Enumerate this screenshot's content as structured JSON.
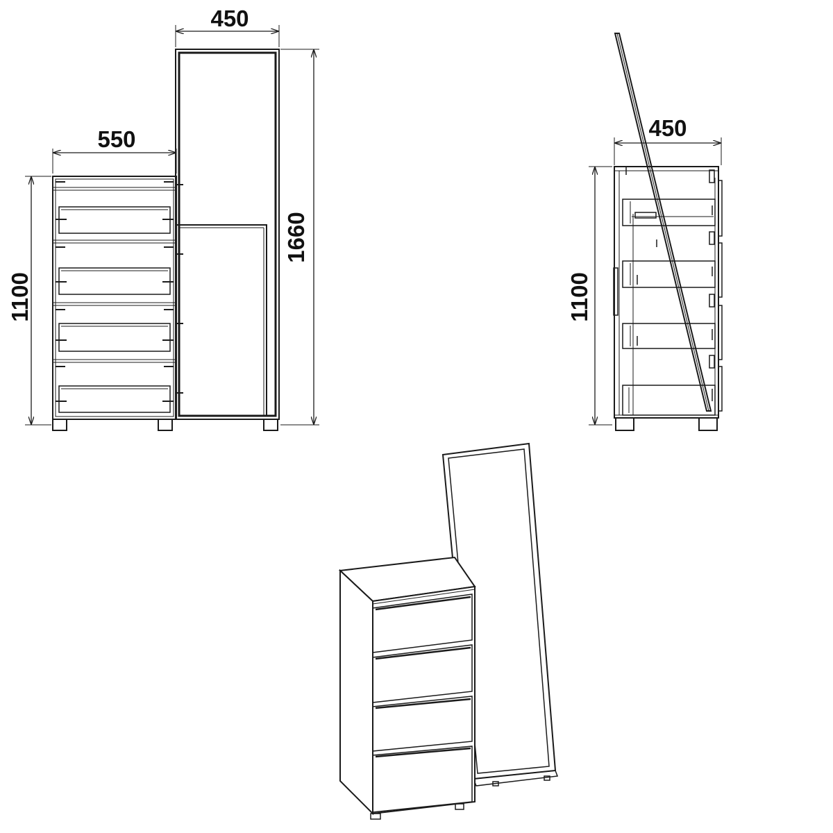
{
  "colors": {
    "line": "#1a1a1a",
    "paper": "#ffffff"
  },
  "dimensions": {
    "front_chest_width": "550",
    "front_mirror_width": "450",
    "front_chest_height": "1100",
    "front_mirror_height": "1660",
    "side_depth": "450",
    "side_height": "1100"
  }
}
